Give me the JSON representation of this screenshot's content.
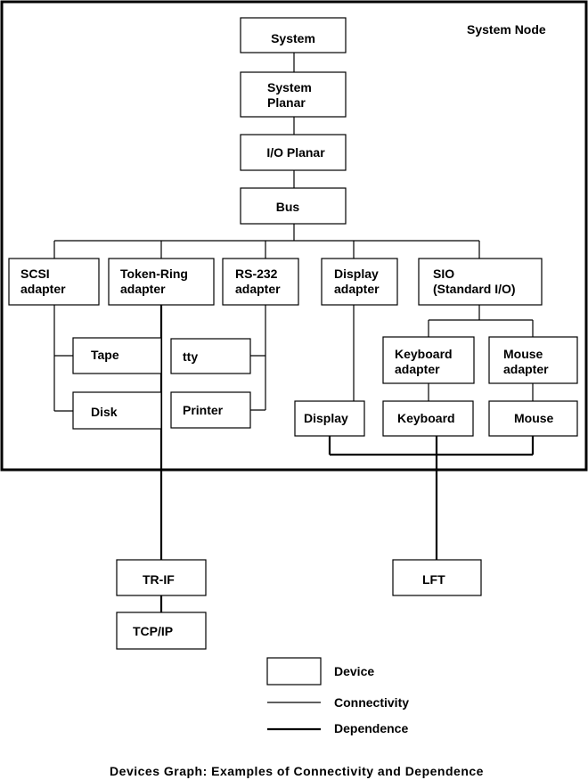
{
  "frame_label": "System Node",
  "boxes": {
    "system": [
      "System"
    ],
    "system_planar": [
      "System",
      "Planar"
    ],
    "io_planar": [
      "I/O Planar"
    ],
    "bus": [
      "Bus"
    ],
    "scsi": [
      "SCSI",
      "adapter"
    ],
    "token_ring": [
      "Token-Ring",
      "adapter"
    ],
    "rs232": [
      "RS-232",
      "adapter"
    ],
    "display_adapter": [
      "Display",
      "adapter"
    ],
    "sio": [
      "SIO",
      "(Standard I/O)"
    ],
    "tape": [
      "Tape"
    ],
    "disk": [
      "Disk"
    ],
    "tty": [
      "tty"
    ],
    "printer": [
      "Printer"
    ],
    "keyboard_adapter": [
      "Keyboard",
      "adapter"
    ],
    "mouse_adapter": [
      "Mouse",
      "adapter"
    ],
    "display": [
      "Display"
    ],
    "keyboard": [
      "Keyboard"
    ],
    "mouse": [
      "Mouse"
    ],
    "trif": [
      "TR-IF"
    ],
    "tcpip": [
      "TCP/IP"
    ],
    "lft": [
      "LFT"
    ]
  },
  "legend": {
    "device": "Device",
    "connectivity": "Connectivity",
    "dependence": "Dependence"
  },
  "caption": "Devices Graph: Examples of Connectivity and Dependence"
}
